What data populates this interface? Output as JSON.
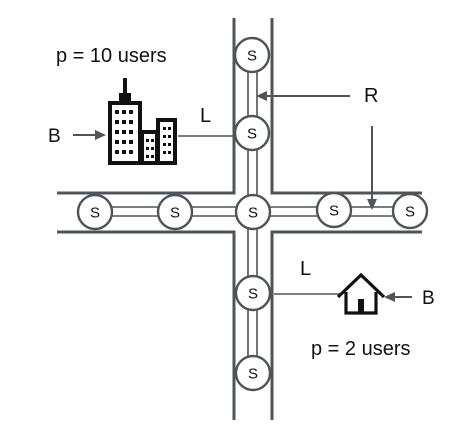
{
  "station_label": "S",
  "stations": [
    {
      "id": "v1"
    },
    {
      "id": "v2"
    },
    {
      "id": "center"
    },
    {
      "id": "v4"
    },
    {
      "id": "v5"
    },
    {
      "id": "h1"
    },
    {
      "id": "h2"
    },
    {
      "id": "h4"
    },
    {
      "id": "h5"
    }
  ],
  "labels": {
    "building_population": "p = 10 users",
    "house_population": "p = 2 users",
    "building_link": "L",
    "house_link": "L",
    "road_ref": "R",
    "building_b": "B",
    "house_b": "B"
  },
  "colors": {
    "line": "#4f5459",
    "text": "#111111",
    "background": "#ffffff"
  },
  "icons": [
    "office-building-icon",
    "house-icon"
  ]
}
